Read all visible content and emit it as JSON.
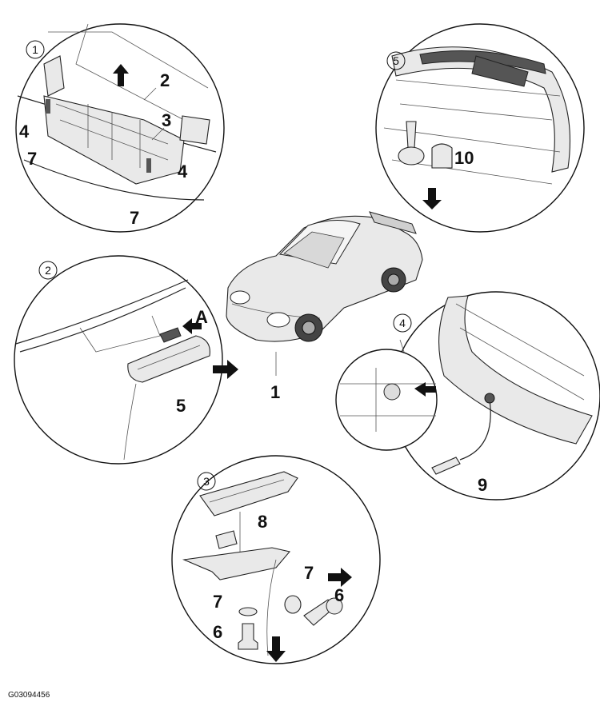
{
  "figure_code": "G03094456",
  "center_label": "1",
  "panels": [
    {
      "step": "1",
      "labels": [
        "2",
        "3",
        "4",
        "7",
        "4",
        "7"
      ]
    },
    {
      "step": "2",
      "labels": [
        "A",
        "5"
      ]
    },
    {
      "step": "3",
      "labels": [
        "8",
        "7",
        "7",
        "6",
        "6"
      ]
    },
    {
      "step": "4",
      "labels": [
        "9"
      ]
    },
    {
      "step": "5",
      "labels": [
        "10"
      ]
    }
  ]
}
